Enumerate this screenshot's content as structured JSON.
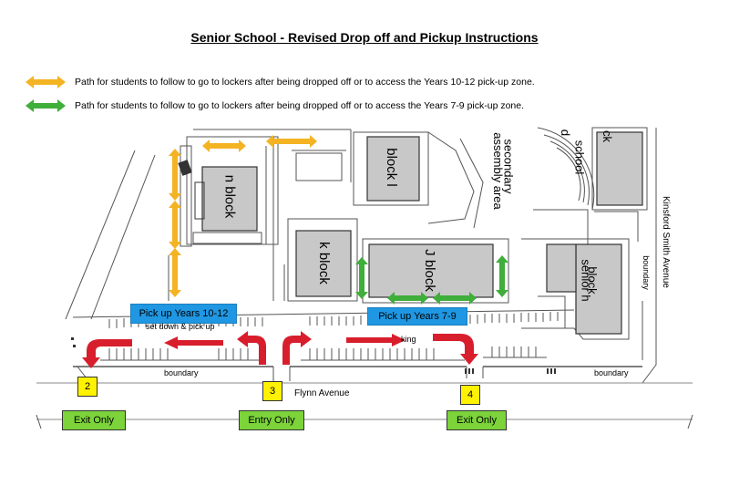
{
  "title": "Senior School - Revised Drop off and Pickup Instructions",
  "legend": [
    {
      "color": "#f4b323",
      "text": "Path for students to follow to go to lockers after being dropped off or to access the Years 10-12 pick-up zone."
    },
    {
      "color": "#3fae3a",
      "text": "Path for students to follow to go to lockers after being dropped off or to access the Years 7-9 pick-up zone."
    }
  ],
  "blocks": {
    "n": "n block",
    "l": "block l",
    "k": "k block",
    "j": "J block",
    "h": "senior h block",
    "h_line1": "senior h",
    "h_line2": "block",
    "assembly1": "secondary",
    "assembly2": "assembly area",
    "d_label": "d",
    "school_label": "school",
    "ck_label": "ck"
  },
  "pickup_zones": {
    "senior": "Pick up Years 10-12",
    "junior": "Pick up Years 7-9"
  },
  "road_labels": {
    "set_down": "set down & pick up",
    "king": "king",
    "boundary_left": "boundary",
    "boundary_right": "boundary",
    "boundary_vertical": "boundary",
    "flynn": "Flynn Avenue",
    "kinsford": "Kinsford Smith Avenue"
  },
  "gates": [
    {
      "number": "2",
      "sign": "Exit Only"
    },
    {
      "number": "3",
      "sign": "Entry Only"
    },
    {
      "number": "4",
      "sign": "Exit Only"
    }
  ],
  "colors": {
    "orange": "#f4b323",
    "green": "#3fae3a",
    "red": "#d81e2c",
    "blue": "#1f97e2",
    "yellow": "#fff200",
    "exit_green": "#7cd33a",
    "building": "#c8c8c8"
  }
}
